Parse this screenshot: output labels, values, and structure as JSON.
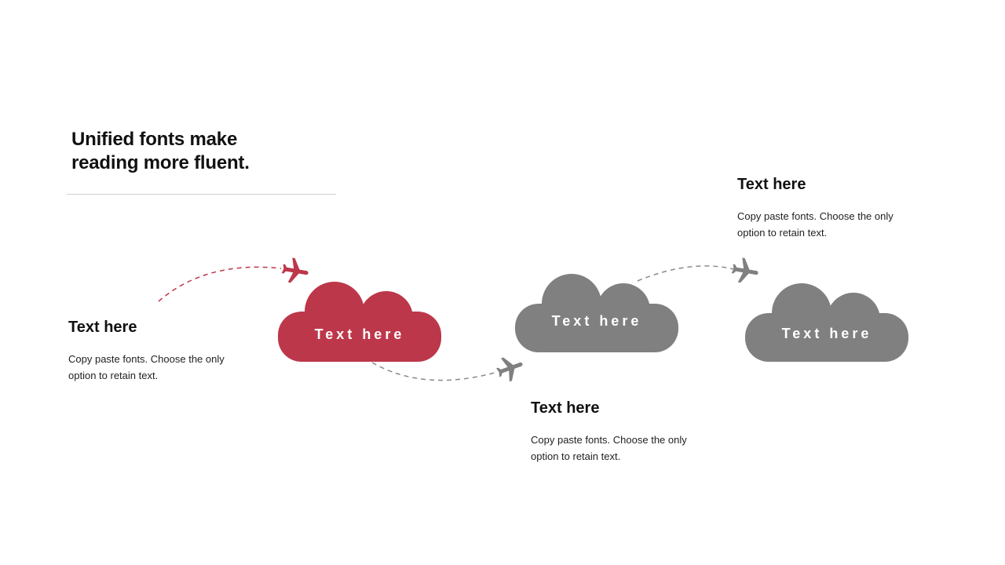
{
  "title_lines": [
    "Unified fonts make",
    "reading more fluent."
  ],
  "colors": {
    "accent": "#bd374a",
    "gray": "#808080",
    "dash_gray": "#8a8a8a"
  },
  "clouds": [
    {
      "label": "Text here",
      "color": "#bd374a"
    },
    {
      "label": "Text here",
      "color": "#808080"
    },
    {
      "label": "Text here",
      "color": "#808080"
    }
  ],
  "blocks": [
    {
      "heading": "Text here",
      "body": "Copy paste fonts. Choose the only option to retain text."
    },
    {
      "heading": "Text here",
      "body": "Copy paste fonts. Choose the only option to retain text."
    },
    {
      "heading": "Text here",
      "body": "Copy paste fonts. Choose the only option to retain text."
    }
  ],
  "icons": [
    "airplane-icon",
    "cloud-shape"
  ]
}
